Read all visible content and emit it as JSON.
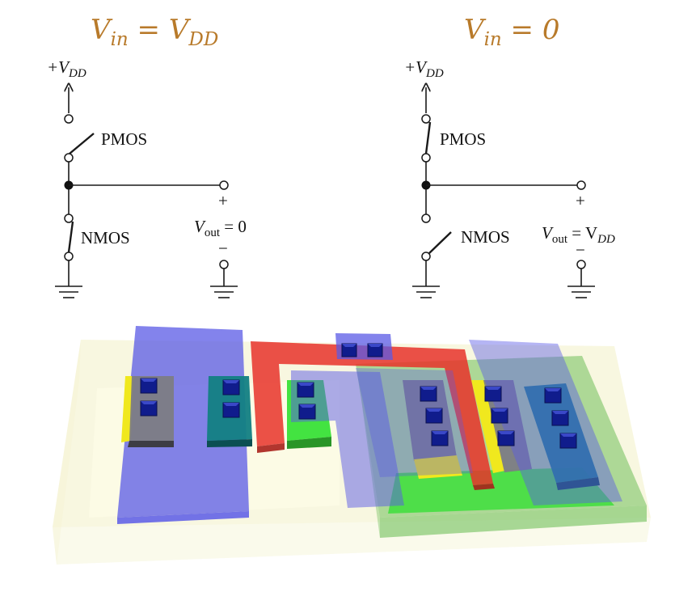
{
  "left_circuit": {
    "heading_main": "V",
    "heading_sub": "in",
    "heading_rhs": " = V",
    "heading_rhs_sub": "DD",
    "supply_prefix": "+V",
    "supply_sub": "DD",
    "pmos_label": "PMOS",
    "nmos_label": "NMOS",
    "plus_sign": "+",
    "minus_sign": "−",
    "vout_main": "V",
    "vout_sub": "out",
    "vout_value": " = 0"
  },
  "right_circuit": {
    "heading_main": "V",
    "heading_sub": "in",
    "heading_rhs": " = 0",
    "supply_prefix": "+V",
    "supply_sub": "DD",
    "pmos_label": "PMOS",
    "nmos_label": "NMOS",
    "plus_sign": "+",
    "minus_sign": "−",
    "vout_main": "V",
    "vout_sub": "out",
    "vout_value_prefix": " = V",
    "vout_value_sub": "DD"
  },
  "layout_colors": {
    "substrate": "#f2f0c6",
    "metal": "#5a5ae6",
    "poly": "#e8322a",
    "n_well": "#6fbf5a",
    "diffusion_green": "#2fe02f",
    "diffusion_yellow": "#f0e81e",
    "contact": "#101c8c",
    "gray_diffusion": "#7c7c84",
    "teal_diffusion": "#127f83"
  },
  "icons": {
    "ground": "ground-icon",
    "supply_arrow": "arrow-up-icon"
  }
}
